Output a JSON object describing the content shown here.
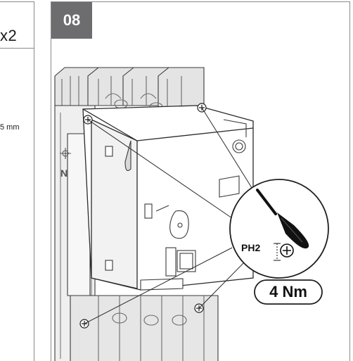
{
  "left_panel": {
    "quantity": "x2",
    "dimension": "5 mm"
  },
  "step": {
    "number": "08"
  },
  "callout": {
    "tool_label": "PH2",
    "torque_label": "4 Nm"
  },
  "illustration": {
    "subject": "circuit-breaker-cover-fastening",
    "terminal_mark": "N",
    "icons": [
      "screwdriver-icon",
      "phillips-cross-icon",
      "screw-icon"
    ]
  }
}
